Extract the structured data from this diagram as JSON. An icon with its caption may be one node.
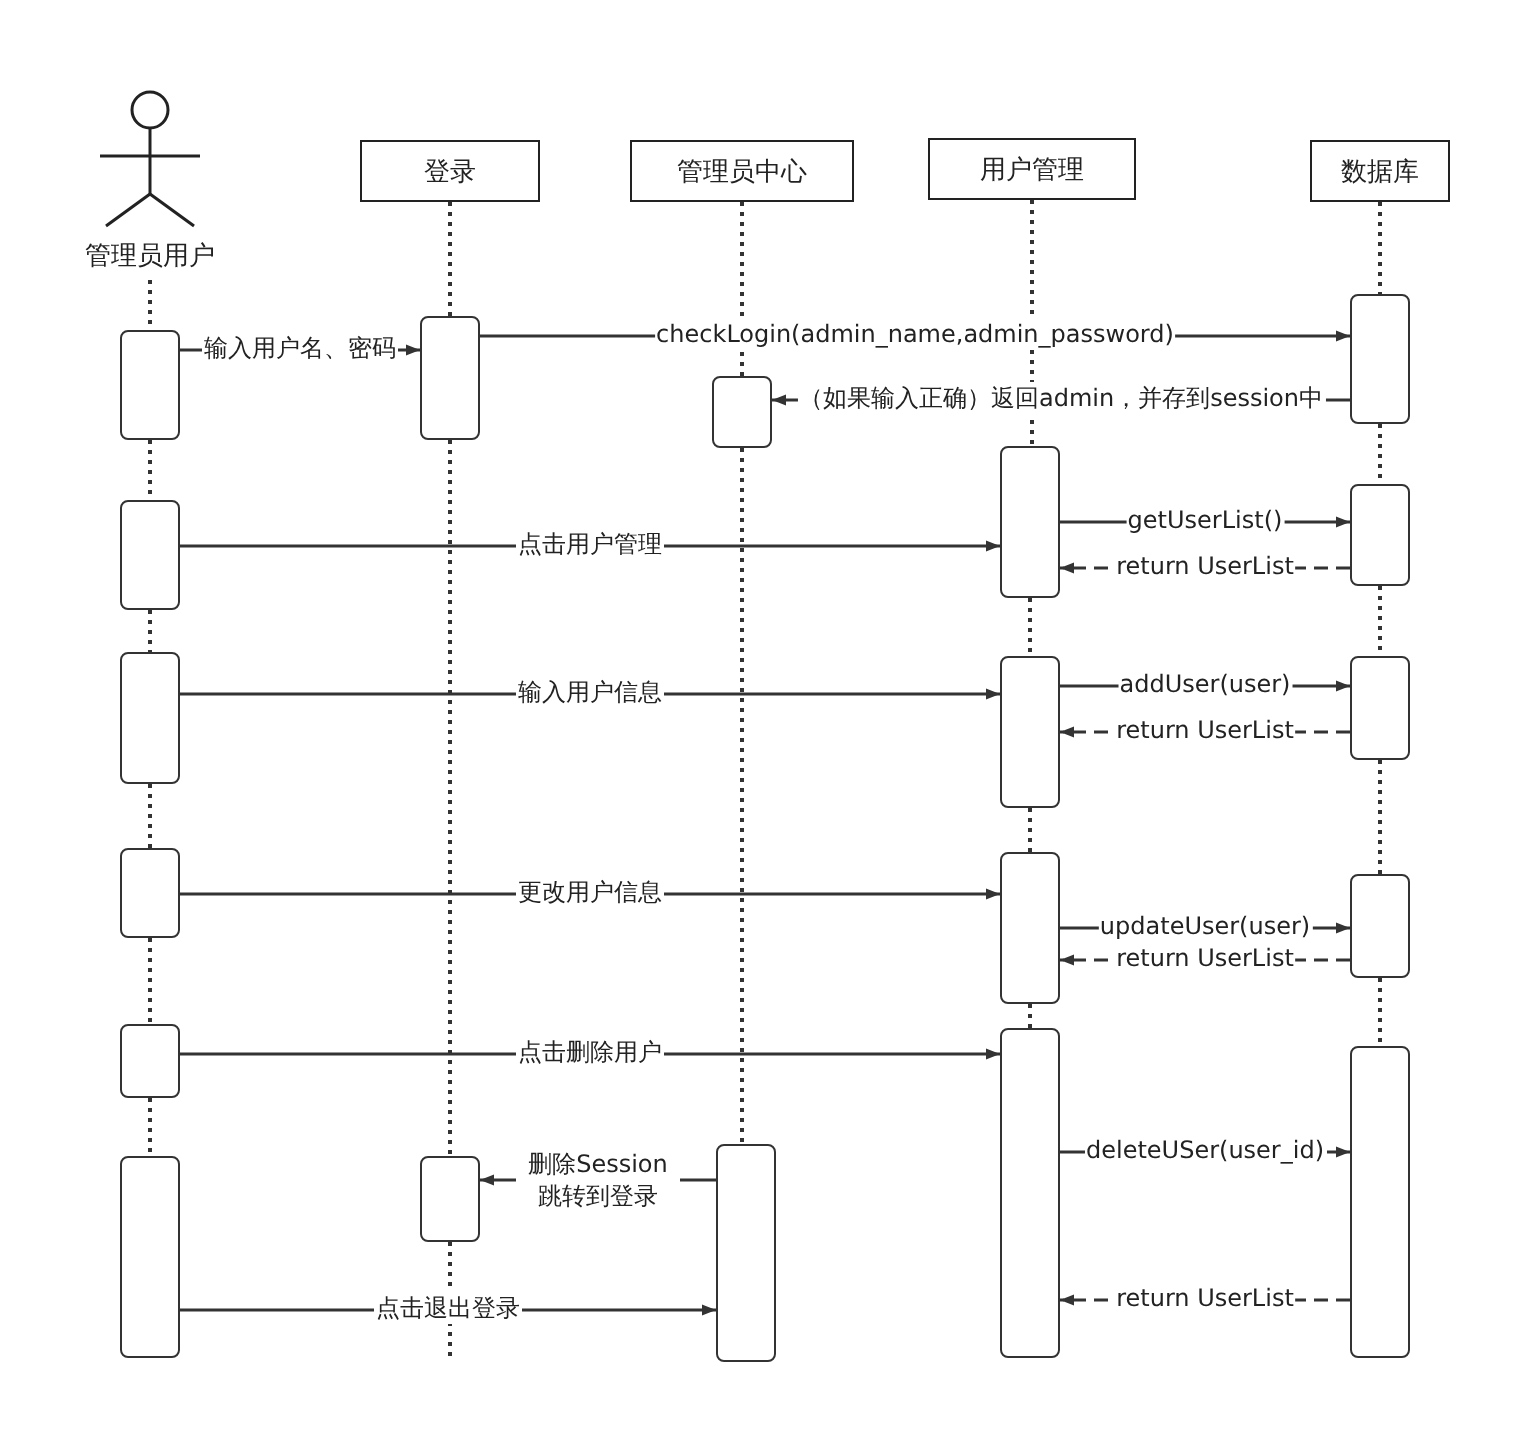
{
  "diagram": {
    "nodes": [
      {
        "text": [
          "管理员用户"
        ]
      },
      {
        "text": [
          "登录"
        ]
      },
      {
        "text": [
          "管理员中心"
        ]
      },
      {
        "text": [
          "用户管理"
        ]
      },
      {
        "text": [
          "数据库"
        ]
      },
      {
        "text": [],
        "shape": "box"
      },
      {
        "text": [],
        "shape": "box"
      },
      {
        "text": [],
        "shape": "box"
      },
      {
        "text": [],
        "shape": "box"
      },
      {
        "text": [],
        "shape": "box"
      },
      {
        "text": [],
        "shape": "box"
      },
      {
        "text": [],
        "shape": "box"
      },
      {
        "text": [],
        "shape": "box"
      },
      {
        "text": [],
        "shape": "box"
      },
      {
        "text": [],
        "shape": "box"
      },
      {
        "text": [],
        "shape": "box"
      },
      {
        "text": [],
        "shape": "box"
      },
      {
        "text": [],
        "shape": "box"
      },
      {
        "text": [],
        "shape": "box"
      },
      {
        "text": [],
        "shape": "box"
      },
      {
        "text": [],
        "shape": "box"
      },
      {
        "text": [],
        "shape": "box"
      },
      {
        "text": [],
        "shape": "box"
      },
      {
        "text": [],
        "shape": "box"
      }
    ],
    "edges": [
      {
        "from": 5,
        "to": 6,
        "arrow": "to",
        "label": "输入用户名、密码"
      },
      {
        "from": 6,
        "to": 8,
        "arrow": "to",
        "label": "checkLogin(admin_name,admin_password)"
      },
      {
        "from": 8,
        "to": 7,
        "arrow": "to",
        "label": "（如果输入正确）返回admin，并存到session中"
      },
      {
        "from": 9,
        "to": 10,
        "arrow": "to",
        "label": "点击用户管理"
      },
      {
        "from": 10,
        "to": 11,
        "arrow": "to",
        "label": "getUserList()"
      },
      {
        "from": 11,
        "to": 10,
        "arrow": "to",
        "label": "return UserList",
        "style": "dashed"
      },
      {
        "from": 12,
        "to": 13,
        "arrow": "to",
        "label": "输入用户信息"
      },
      {
        "from": 13,
        "to": 14,
        "arrow": "to",
        "label": "addUser(user)"
      },
      {
        "from": 14,
        "to": 13,
        "arrow": "to",
        "label": "return UserList",
        "style": "dashed"
      },
      {
        "from": 15,
        "to": 16,
        "arrow": "to",
        "label": "更改用户信息"
      },
      {
        "from": 16,
        "to": 17,
        "arrow": "to",
        "label": "updateUser(user)"
      },
      {
        "from": 17,
        "to": 16,
        "arrow": "to",
        "label": "return UserList",
        "style": "dashed"
      },
      {
        "from": 18,
        "to": 19,
        "arrow": "to",
        "label": "点击删除用户"
      },
      {
        "from": 19,
        "to": 20,
        "arrow": "to",
        "label": "deleteUSer(user_id)"
      },
      {
        "from": 20,
        "to": 19,
        "arrow": "to",
        "label": "return UserList",
        "style": "dashed"
      },
      {
        "from": 23,
        "to": 22,
        "arrow": "to",
        "label": "删除Session 跳转到登录"
      },
      {
        "from": 21,
        "to": 23,
        "arrow": "to",
        "label": "点击退出登录"
      },
      {
        "from": 0,
        "to": 5,
        "arrow": "none",
        "style": "dashed"
      },
      {
        "from": 5,
        "to": 9,
        "arrow": "none",
        "style": "dashed"
      },
      {
        "from": 9,
        "to": 12,
        "arrow": "none",
        "style": "dashed"
      },
      {
        "from": 12,
        "to": 15,
        "arrow": "none",
        "style": "dashed"
      },
      {
        "from": 15,
        "to": 18,
        "arrow": "none",
        "style": "dashed"
      },
      {
        "from": 18,
        "to": 21,
        "arrow": "none",
        "style": "dashed"
      },
      {
        "from": 1,
        "to": 6,
        "arrow": "none",
        "style": "dashed"
      },
      {
        "from": 6,
        "to": 22,
        "arrow": "none",
        "style": "dashed"
      },
      {
        "from": 22,
        "to": null,
        "arrow": "none",
        "style": "dashed"
      },
      {
        "from": 2,
        "to": 7,
        "arrow": "none",
        "style": "dashed"
      },
      {
        "from": 7,
        "to": 23,
        "arrow": "none",
        "style": "dashed"
      },
      {
        "from": 3,
        "to": 10,
        "arrow": "none",
        "style": "dashed"
      },
      {
        "from": 10,
        "to": 13,
        "arrow": "none",
        "style": "dashed"
      },
      {
        "from": 13,
        "to": 16,
        "arrow": "none",
        "style": "dashed"
      },
      {
        "from": 16,
        "to": 19,
        "arrow": "none",
        "style": "dashed"
      },
      {
        "from": 4,
        "to": 8,
        "arrow": "none",
        "style": "dashed"
      },
      {
        "from": 8,
        "to": 11,
        "arrow": "none",
        "style": "dashed"
      },
      {
        "from": 11,
        "to": 14,
        "arrow": "none",
        "style": "dashed"
      },
      {
        "from": 14,
        "to": 17,
        "arrow": "none",
        "style": "dashed"
      },
      {
        "from": 17,
        "to": 20,
        "arrow": "none",
        "style": "dashed"
      }
    ]
  }
}
